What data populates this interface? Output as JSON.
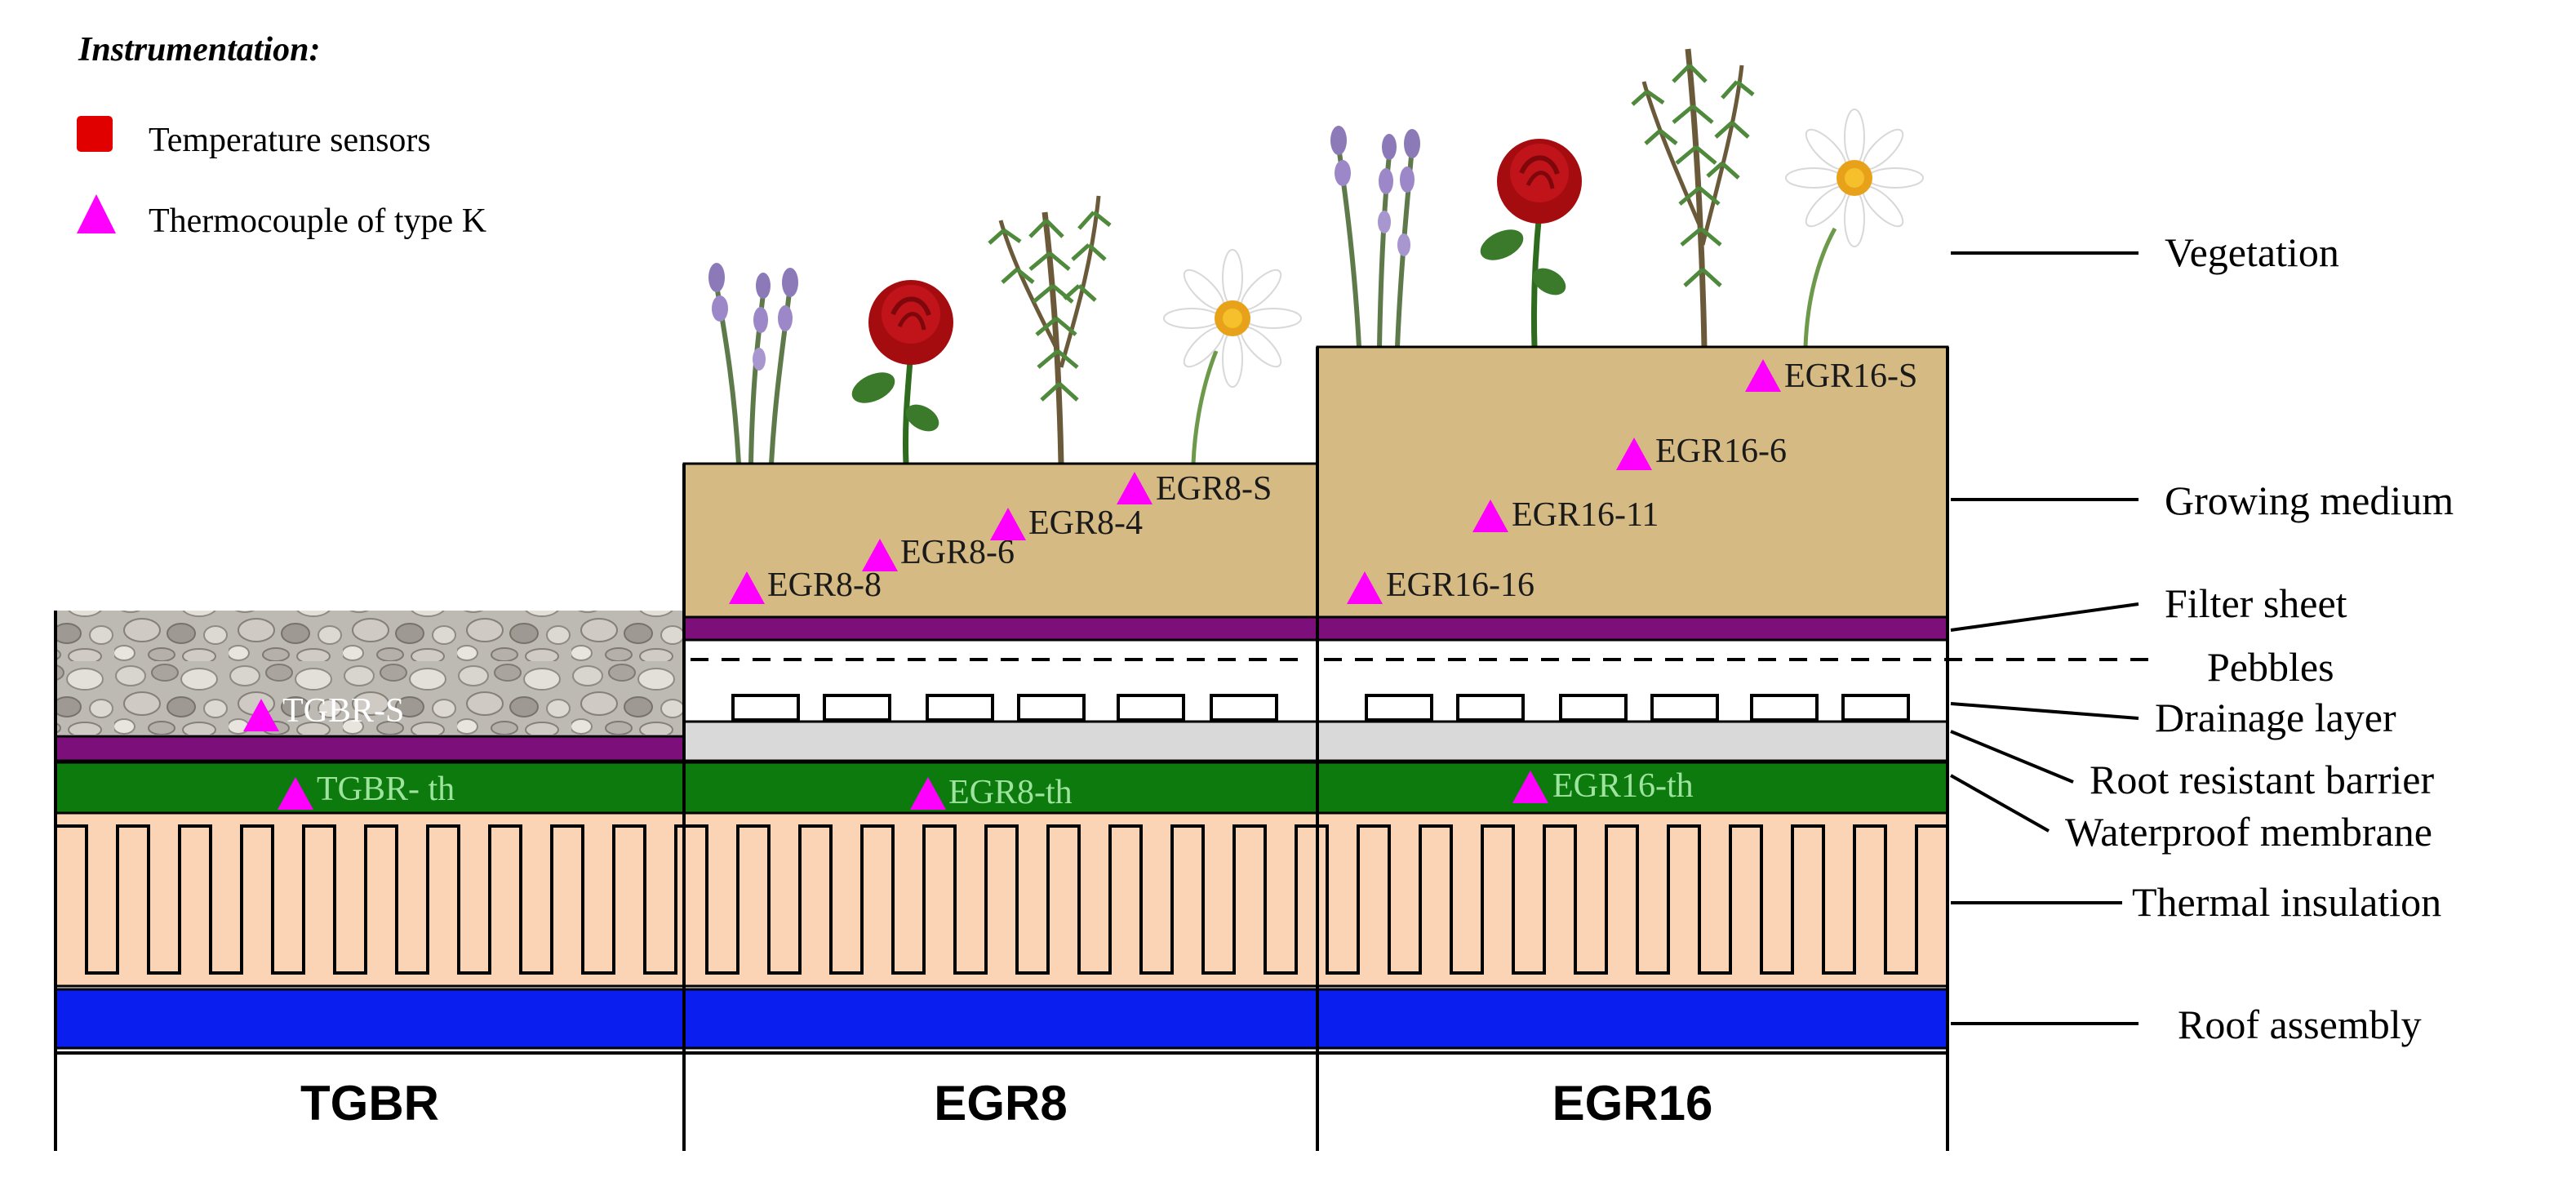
{
  "legend": {
    "title": "Instrumentation:",
    "items": [
      {
        "label": "Temperature sensors",
        "icon": "red-square-icon",
        "color": "#e00000"
      },
      {
        "label": "Thermocouple of type K",
        "icon": "magenta-triangle-icon",
        "color": "#ff00ff"
      }
    ]
  },
  "roofs": [
    {
      "label": "TGBR"
    },
    {
      "label": "EGR8"
    },
    {
      "label": "EGR16"
    }
  ],
  "sensors": {
    "tgbr_s": "TGBR-S",
    "tgbr_th": "TGBR- th",
    "egr8_8": "EGR8-8",
    "egr8_6": "EGR8-6",
    "egr8_4": "EGR8-4",
    "egr8_s": "EGR8-S",
    "egr8_th": "EGR8-th",
    "egr16_16": "EGR16-16",
    "egr16_11": "EGR16-11",
    "egr16_6": "EGR16-6",
    "egr16_s": "EGR16-S",
    "egr16_th": "EGR16-th"
  },
  "layers": {
    "vegetation": "Vegetation",
    "growing_medium": "Growing medium",
    "filter_sheet": "Filter sheet",
    "pebbles": "Pebbles",
    "drainage": "Drainage layer",
    "root_barrier": "Root resistant barrier",
    "waterproof": "Waterproof membrane",
    "insulation": "Thermal  insulation",
    "roof_assembly": "Roof assembly"
  },
  "colors": {
    "growing_medium": "#d5ba84",
    "filter_sheet": "#7d0f7a",
    "root_barrier": "#d9d9d9",
    "waterproof": "#0c7a0c",
    "insulation": "#fad4b4",
    "roof_assembly": "#0a1ef0",
    "thermocouple": "#ff00ff",
    "temperature_sensor": "#e00000"
  }
}
